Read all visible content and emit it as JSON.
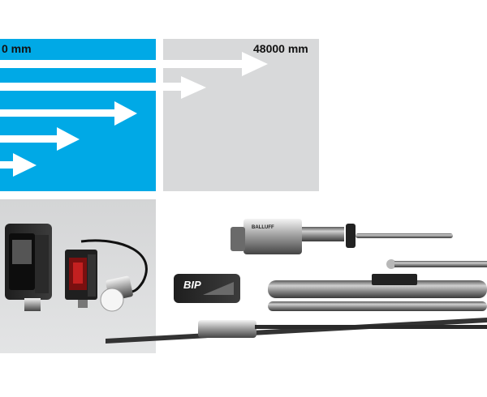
{
  "scale": {
    "start_label": "0 mm",
    "end_label": "48000 mm"
  },
  "products": {
    "bip_label": "BIP",
    "brand_label": "BALLUFF"
  },
  "colors": {
    "accent_blue": "#00a9e6",
    "panel_grey": "#d8d9da",
    "white": "#ffffff"
  }
}
